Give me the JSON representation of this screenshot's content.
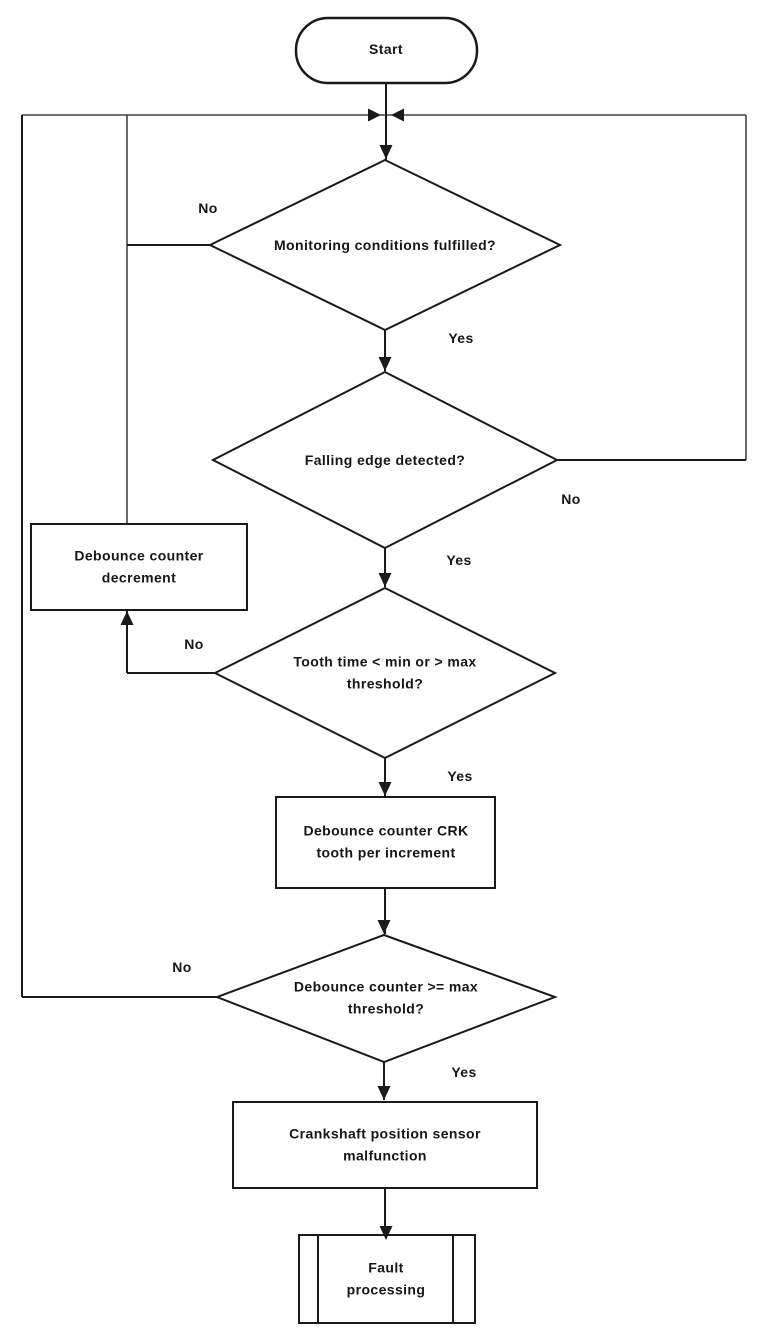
{
  "diagram": {
    "type": "flowchart",
    "colors": {
      "background": "#ffffff",
      "line": "#1a1a1a",
      "text": "#161616"
    },
    "nodes": {
      "start": {
        "type": "terminator",
        "label": "Start"
      },
      "monitoring_decision": {
        "type": "decision",
        "label": "Monitoring conditions fulfilled?"
      },
      "falling_edge_decision": {
        "type": "decision",
        "label": "Falling edge detected?"
      },
      "tooth_time_decision": {
        "type": "decision",
        "label": "Tooth time < min or > max threshold?",
        "lines": [
          "Tooth time < min or > max",
          "threshold?"
        ]
      },
      "debounce_decrement": {
        "type": "process",
        "label": "Debounce counter decrement",
        "lines": [
          "Debounce counter",
          "decrement"
        ]
      },
      "debounce_increment": {
        "type": "process",
        "label": "Debounce counter CRK tooth per increment",
        "lines": [
          "Debounce counter CRK",
          "tooth per increment"
        ]
      },
      "debounce_max_decision": {
        "type": "decision",
        "label": "Debounce counter >= max threshold?",
        "lines": [
          "Debounce counter >= max",
          "threshold?"
        ]
      },
      "sensor_malfunction": {
        "type": "process",
        "label": "Crankshaft position sensor malfunction",
        "lines": [
          "Crankshaft position sensor",
          "malfunction"
        ]
      },
      "fault_processing": {
        "type": "predefined-process",
        "label": "Fault processing",
        "lines": [
          "Fault",
          "processing"
        ]
      }
    },
    "edge_labels": {
      "monitoring_no": "No",
      "monitoring_yes": "Yes",
      "falling_edge_no": "No",
      "falling_edge_yes": "Yes",
      "tooth_time_no": "No",
      "tooth_time_yes": "Yes",
      "debounce_max_no": "No",
      "debounce_max_yes": "Yes"
    }
  }
}
